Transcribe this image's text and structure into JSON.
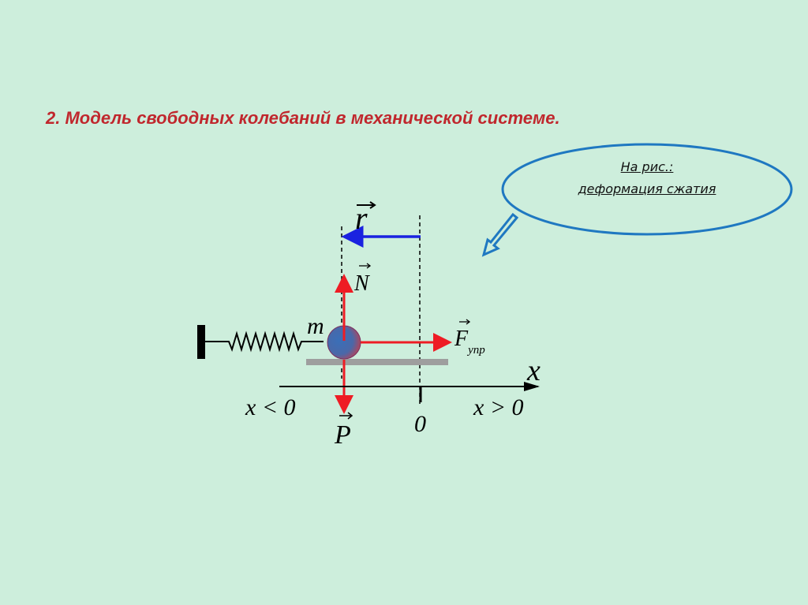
{
  "title": "2. Модель свободных колебаний в механической системе.",
  "callout": {
    "line1": "На рис.:",
    "line2": "деформация сжатия"
  },
  "labels": {
    "displacement": "r",
    "normal_force": "N",
    "mass": "m",
    "elastic_force": "F",
    "elastic_force_sub": "упр",
    "weight": "P",
    "axis": "x",
    "negative_region": "x < 0",
    "origin": "0",
    "positive_region": "x > 0"
  },
  "colors": {
    "force": "#ee1c24",
    "displacement": "#1a22e0",
    "callout": "#1f78c1",
    "title": "#c0272d"
  }
}
